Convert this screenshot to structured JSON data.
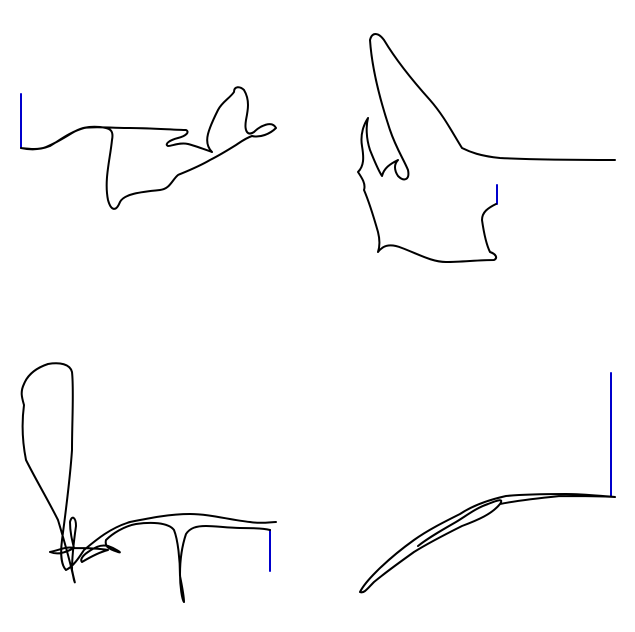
{
  "colors": {
    "background": "#ffffff",
    "stroke": "#000000",
    "marker": "#0000cc"
  },
  "drawings": [
    {
      "id": "panel-top-left"
    },
    {
      "id": "panel-top-right"
    },
    {
      "id": "panel-bottom-left"
    },
    {
      "id": "panel-bottom-right"
    }
  ]
}
